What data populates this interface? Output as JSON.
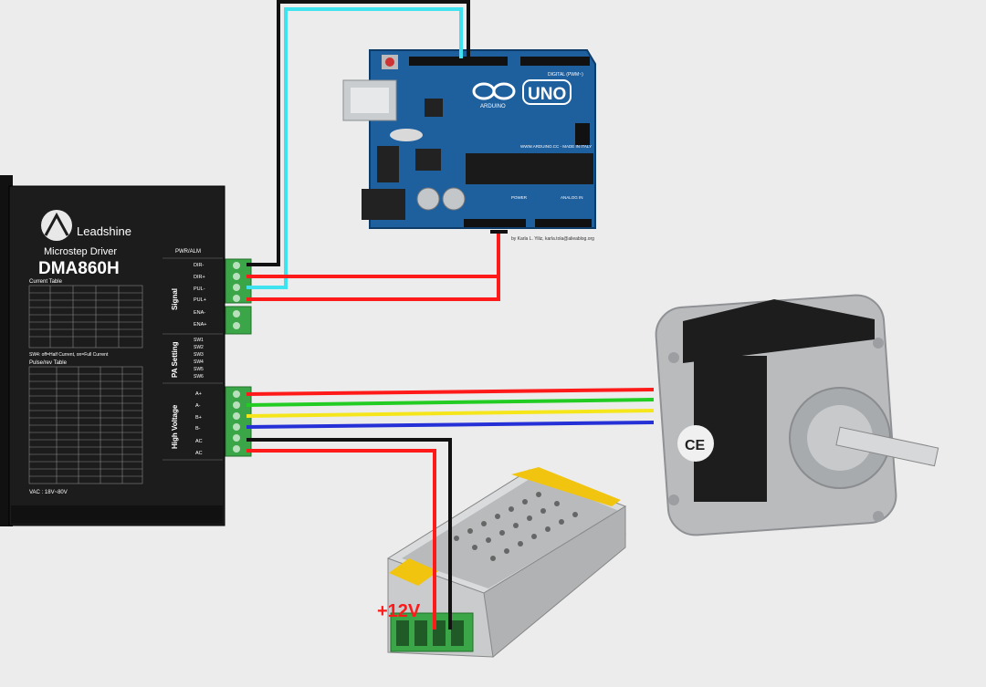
{
  "driver": {
    "brand": "Leadshine",
    "subtitle": "Microstep Driver",
    "model": "DMA860H",
    "current_table_title": "Current Table",
    "pulse_table_title": "Pulse/rev Table",
    "note": "SW4: off=Half Current, on=Full Current",
    "vac": "VAC : 18V~80V",
    "signal_group": "Signal",
    "pwr_header": "PWR/ALM",
    "signal_pins": [
      "DIR-",
      "DIR+",
      "PUL-",
      "PUL+",
      "ENA-",
      "ENA+"
    ],
    "pa_group": "PA Setting",
    "pa_pins": [
      "SW1",
      "SW2",
      "SW3",
      "SW4",
      "SW5",
      "SW6"
    ],
    "hv_group": "High Voltage",
    "hv_pins": [
      "A+",
      "A-",
      "B+",
      "B-",
      "AC",
      "AC"
    ]
  },
  "arduino": {
    "label": "UNO",
    "brand_text": "ARDUINO",
    "digital_label": "DIGITAL (PWM~)",
    "analog_label": "ANALOG IN",
    "power_label": "POWER",
    "site": "WWW.ARDUINO.CC - MADE IN ITALY",
    "credit": "by Karla L. Yiliz, karla.tola@alieablog.org"
  },
  "psu": {
    "voltage_label": "+12V"
  },
  "colors": {
    "background": "#ececec",
    "wire_red": "#ff1a1a",
    "wire_green": "#22cc22",
    "wire_yellow": "#f5e51b",
    "wire_blue": "#2530d6",
    "wire_cyan": "#3fe3f0",
    "wire_black": "#111111",
    "arduino_board": "#1e5f9e",
    "terminal_green": "#3aa647",
    "driver_body": "#1c1c1c"
  },
  "icons": [
    "leadshine-logo-icon",
    "arduino-infinity-icon",
    "ce-mark-icon",
    "warning-triangle-icon"
  ]
}
